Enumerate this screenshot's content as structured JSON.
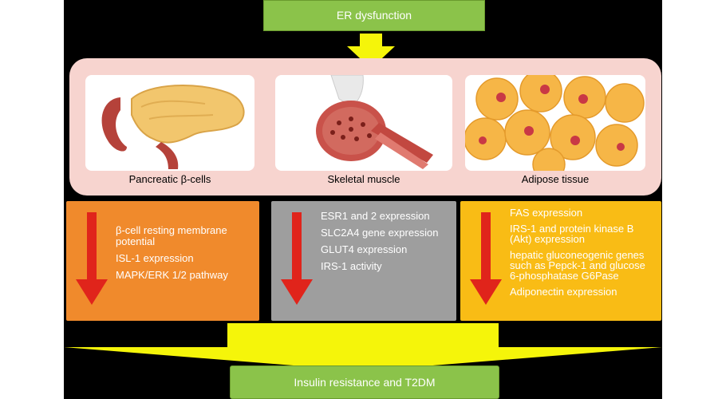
{
  "title": "ER dysfunction",
  "outcome": "Insulin resistance and T2DM",
  "tissues": [
    {
      "label": "Pancreatic β-cells"
    },
    {
      "label": "Skeletal muscle"
    },
    {
      "label": "Adipose tissue"
    }
  ],
  "columns": [
    {
      "color": "#f08a2c",
      "items": [
        "β-cell resting membrane potential",
        "ISL-1 expression",
        "MAPK/ERK 1/2 pathway"
      ]
    },
    {
      "color": "#9e9e9e",
      "items": [
        "ESR1 and 2 expression",
        "SLC2A4 gene expression",
        "GLUT4 expression",
        "IRS-1 activity"
      ]
    },
    {
      "color": "#f9bc15",
      "items": [
        "FAS expression",
        "IRS-1 and protein kinase B (Akt) expression",
        "hepatic gluconeogenic genes such as Pepck-1 and glucose 6-phosphatase G6Pase",
        "Adiponectin expression"
      ]
    }
  ],
  "colors": {
    "green": "#8bc34a",
    "yellow": "#f5f50a",
    "red": "#e0241b",
    "panel": "#f7d4cf"
  }
}
